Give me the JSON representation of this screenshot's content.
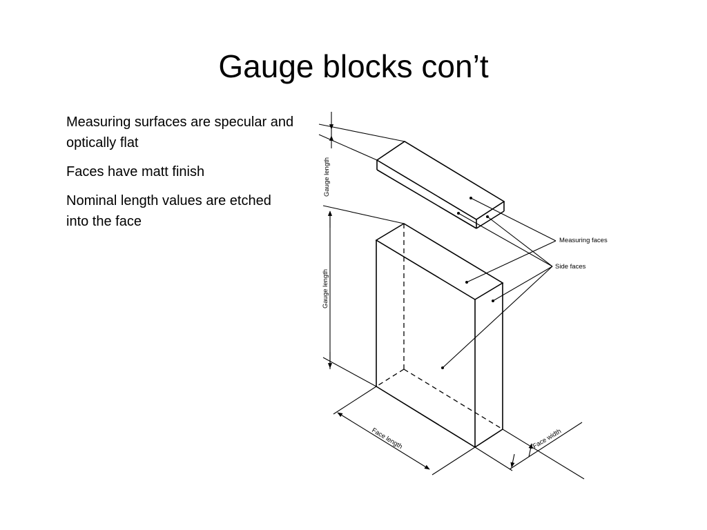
{
  "slide": {
    "title": "Gauge blocks con’t",
    "bullets": [
      "Measuring surfaces are specular and optically flat",
      "Faces have matt finish",
      "Nominal length values are etched into the face"
    ]
  },
  "diagram": {
    "labels": {
      "gauge_length_top": "Gauge length",
      "gauge_length_main": "Gauge length",
      "measuring_faces": "Measuring faces",
      "side_faces": "Side faces",
      "face_length": "Face length",
      "face_width": "Face width"
    }
  }
}
